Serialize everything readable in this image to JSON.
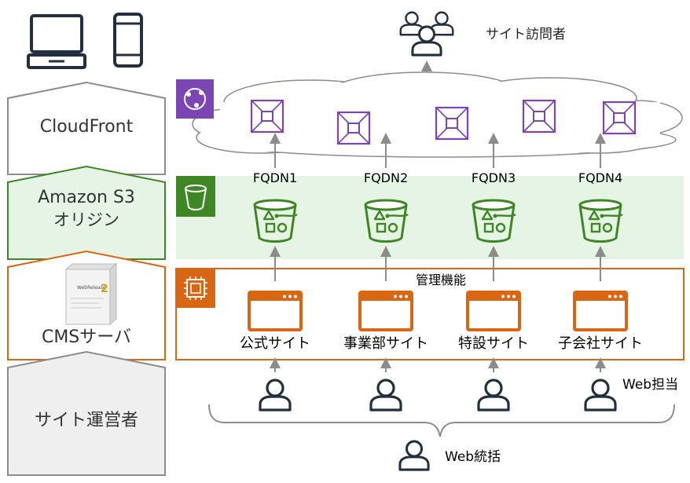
{
  "layers": {
    "cloudfront": "CloudFront",
    "s3_line1": "Amazon S3",
    "s3_line2": "オリジン",
    "cms": "CMSサーバ",
    "operator": "サイト運営者"
  },
  "visitors_label": "サイト訪問者",
  "fqdn_labels": [
    "FQDN1",
    "FQDN2",
    "FQDN3",
    "FQDN4"
  ],
  "management_label": "管理機能",
  "sites": [
    "公式サイト",
    "事業部サイト",
    "特設サイト",
    "子会社サイト"
  ],
  "web_staff_label": "Web担当",
  "web_lead_label": "Web統括",
  "cms_product": {
    "box_text": "WebRelease",
    "version": "2"
  },
  "colors": {
    "cloudfront_purple": "#7b45b4",
    "s3_green": "#3f8624",
    "s3_band": "#e6f4e6",
    "cms_orange": "#d86613",
    "gray_chevron": "#8c8c8c",
    "operator_fill": "#efefef",
    "dark_icon": "#232f3e"
  },
  "icons": {
    "devices": [
      "laptop-icon",
      "smartphone-icon"
    ],
    "cloudfront": "cloudfront-service-icon",
    "s3": "s3-service-icon",
    "ec2": "ec2-service-icon",
    "edge": "edge-location-icon",
    "bucket": "s3-bucket-icon",
    "site_window": "browser-window-icon",
    "person": "user-icon",
    "users": "users-group-icon"
  }
}
